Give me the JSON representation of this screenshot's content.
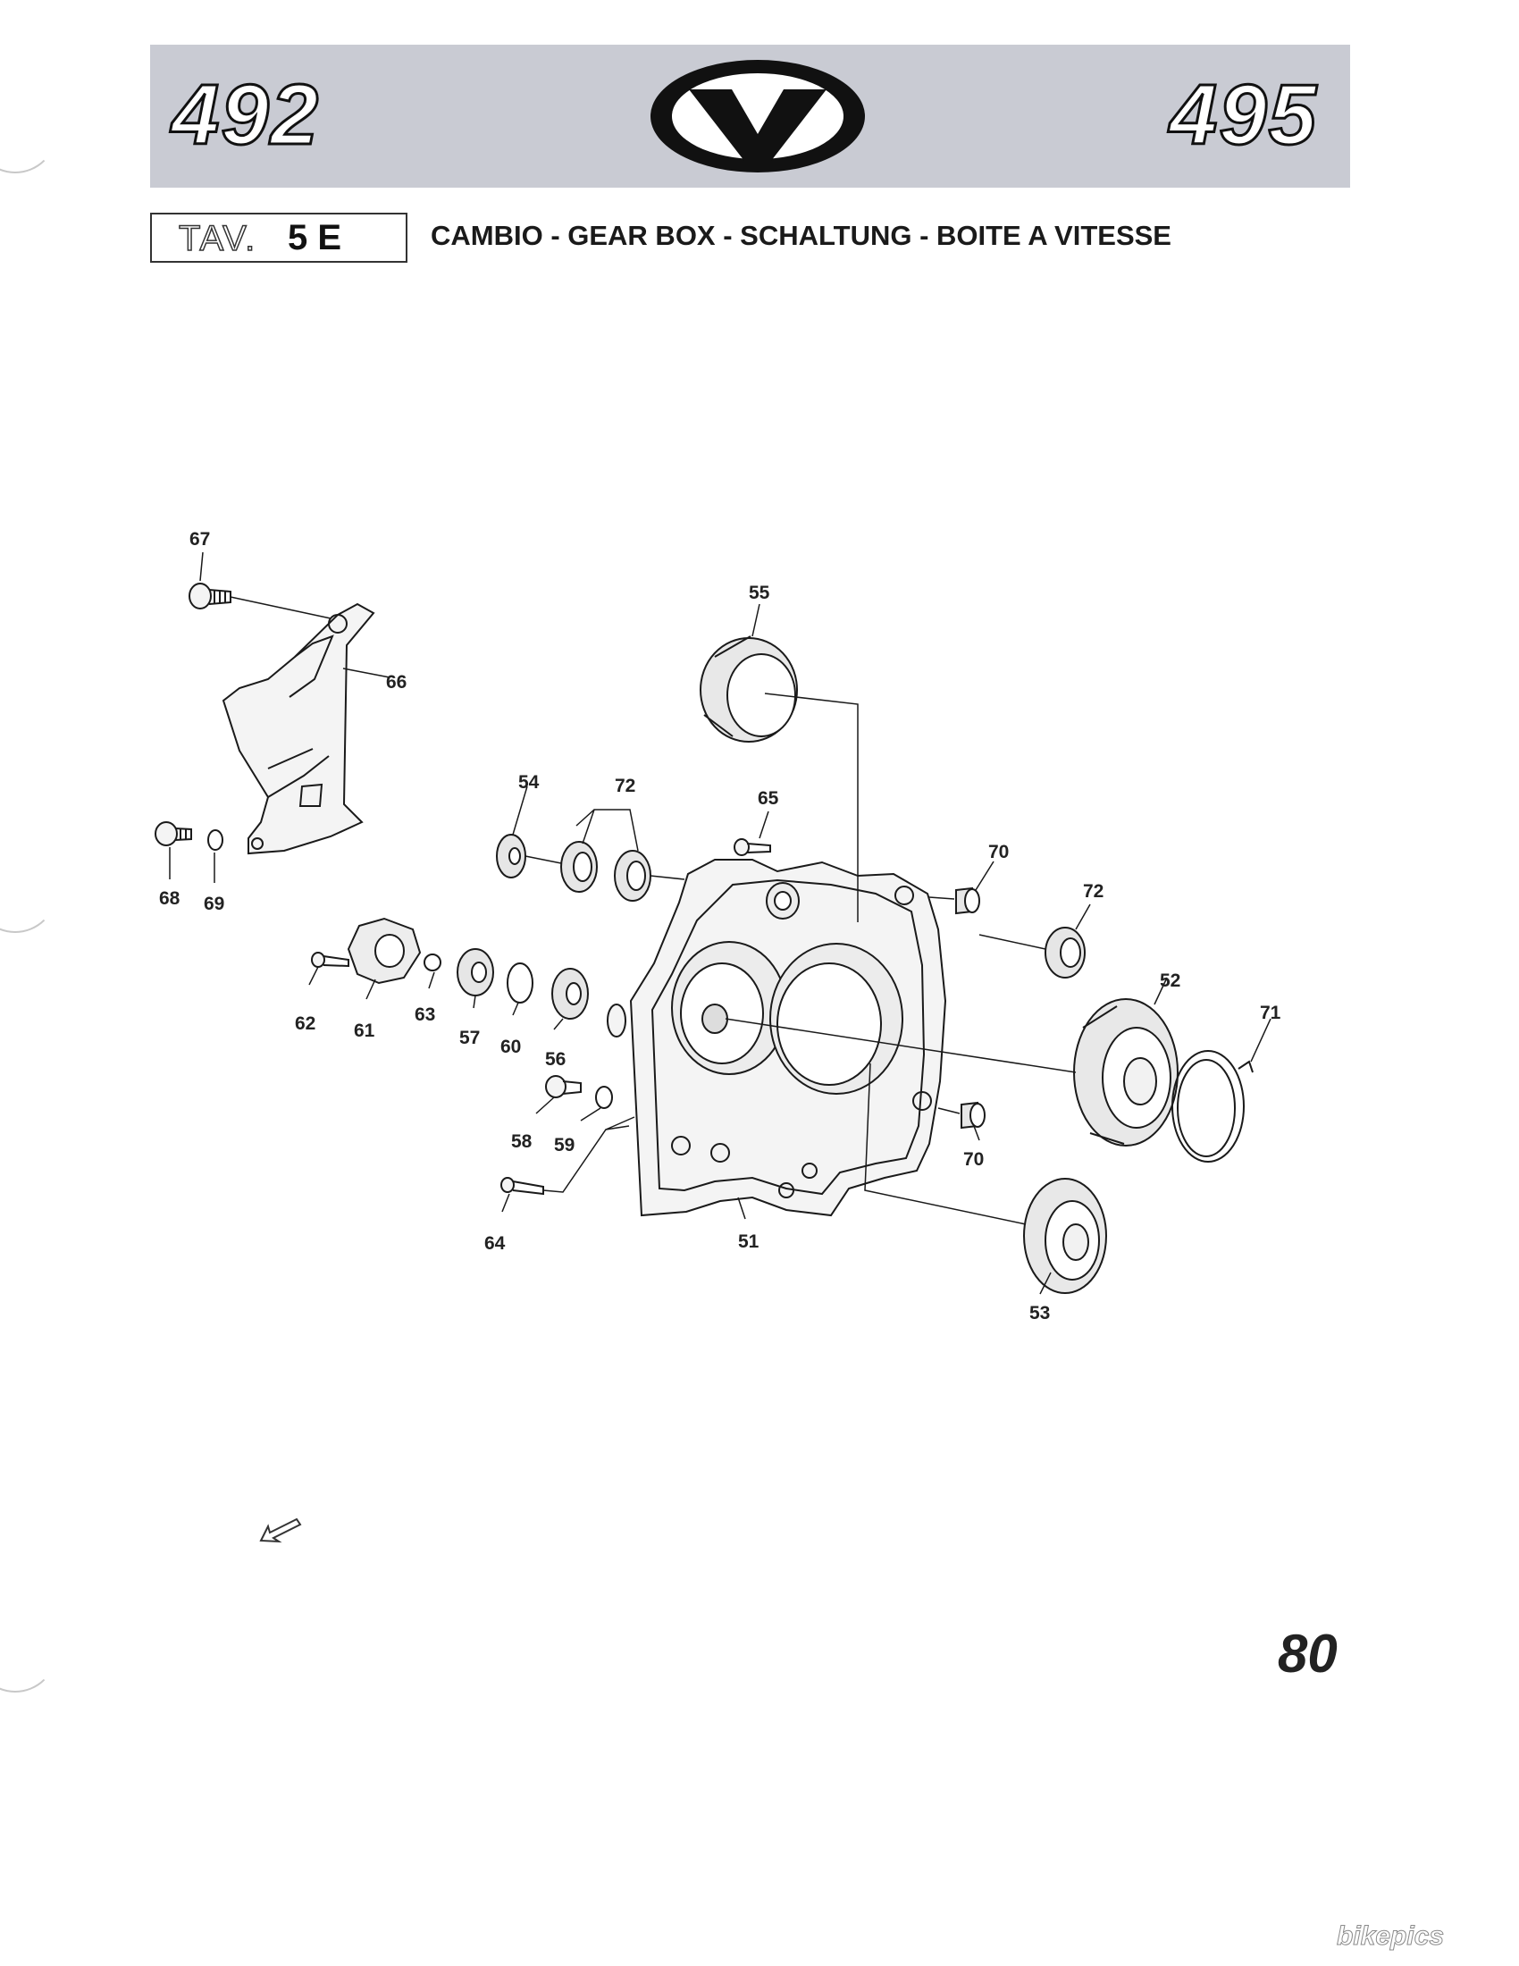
{
  "header": {
    "model_left": "492",
    "model_right": "495",
    "logo": "v-brand-logo"
  },
  "plate": {
    "label": "TAV.",
    "number": "5 E"
  },
  "title": "CAMBIO - GEAR BOX - SCHALTUNG - BOITE A VITESSE",
  "diagram": {
    "parts": [
      {
        "ref": "67",
        "name": "screw"
      },
      {
        "ref": "66",
        "name": "guard"
      },
      {
        "ref": "68",
        "name": "screw"
      },
      {
        "ref": "69",
        "name": "washer"
      },
      {
        "ref": "55",
        "name": "oil-seal"
      },
      {
        "ref": "54",
        "name": "bushing"
      },
      {
        "ref": "72",
        "name": "bushing"
      },
      {
        "ref": "65",
        "name": "screw"
      },
      {
        "ref": "70",
        "name": "dowel"
      },
      {
        "ref": "52",
        "name": "bearing"
      },
      {
        "ref": "71",
        "name": "circlip"
      },
      {
        "ref": "62",
        "name": "screw"
      },
      {
        "ref": "61",
        "name": "plate"
      },
      {
        "ref": "63",
        "name": "ball"
      },
      {
        "ref": "57",
        "name": "bushing"
      },
      {
        "ref": "60",
        "name": "o-ring"
      },
      {
        "ref": "56",
        "name": "bushing"
      },
      {
        "ref": "58",
        "name": "plug"
      },
      {
        "ref": "59",
        "name": "washer"
      },
      {
        "ref": "64",
        "name": "screw"
      },
      {
        "ref": "51",
        "name": "gearbox-cover"
      },
      {
        "ref": "53",
        "name": "bearing"
      }
    ]
  },
  "page_number": "80",
  "watermark": "bikepics",
  "colors": {
    "banner": "#c9cbd3",
    "ink": "#1a1a1a",
    "part_fill": "#f4f4f4"
  }
}
